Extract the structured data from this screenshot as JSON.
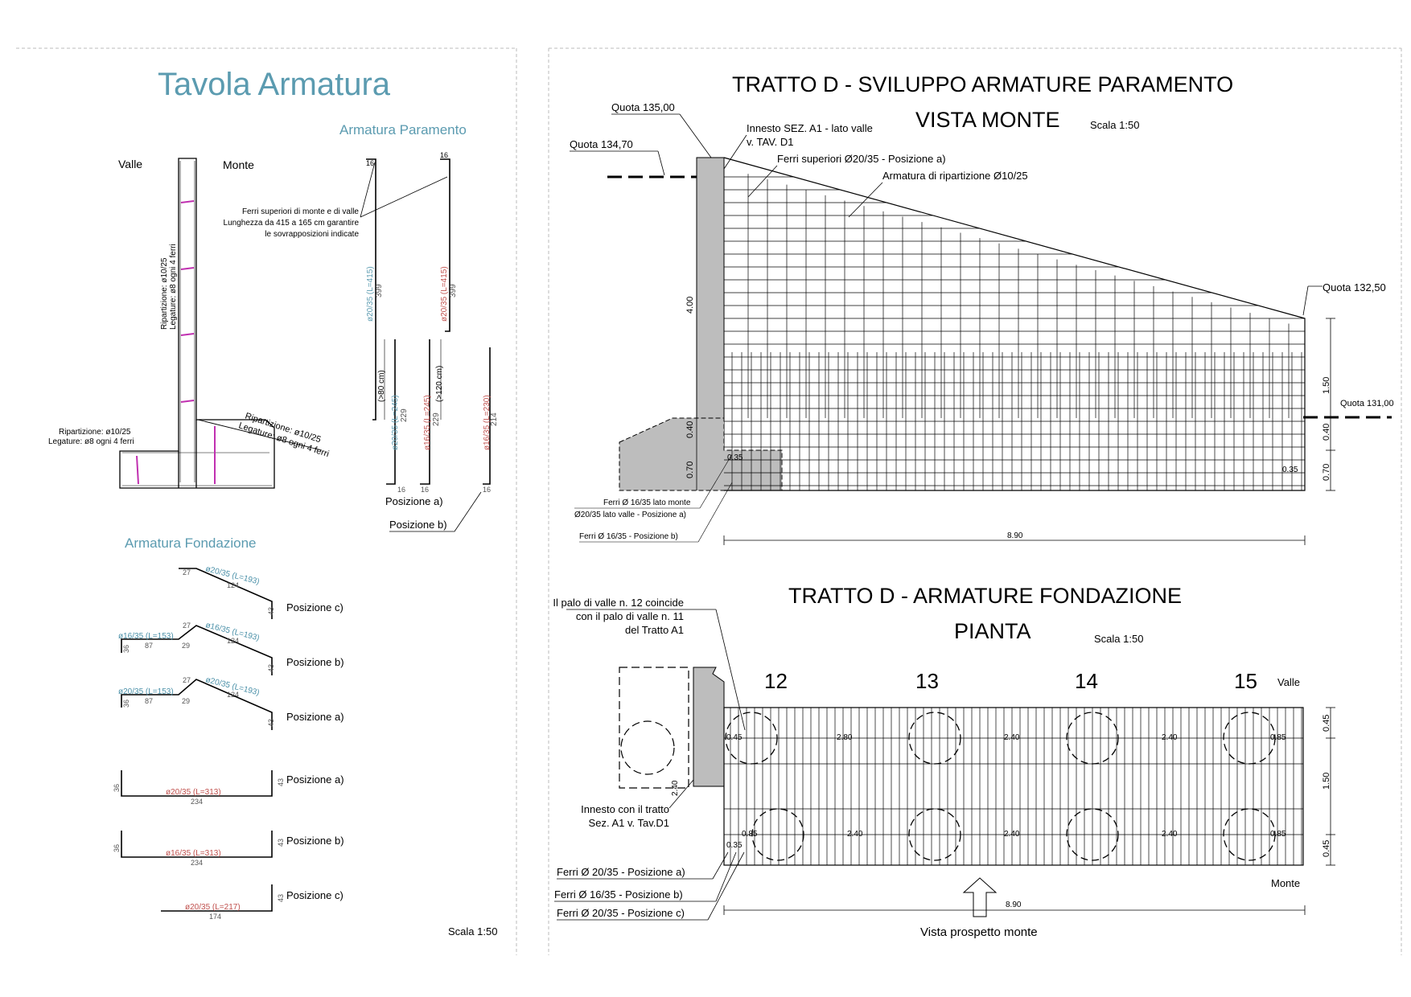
{
  "left_panel": {
    "title": "Tavola Armatura",
    "paramento_heading": "Armatura Paramento",
    "valle": "Valle",
    "monte": "Monte",
    "ferri_note_1": "Ferri superiori di monte e di valle",
    "ferri_note_2": "Lunghezza da 415 a 165 cm garantire",
    "ferri_note_3": "le sovrapposizioni indicate",
    "rip_vert_1": "Ripartizione: ø10/25",
    "rip_vert_2": "Legature: ø8 ogni 4 ferri",
    "rip_base_1": "Ripartizione: ø10/25",
    "rip_base_2": "Legature: ø8 ogni 4 ferri",
    "rip_slope_1": "Ripartizione: ø10/25",
    "rip_slope_2": "Legature: ø8 ogni 4 ferri",
    "bar_a_label": "ø20/35 (L=415)",
    "bar_a_len": "399",
    "bar_a_top": "16",
    "bar_b_label": "ø20/35 (L=415)",
    "bar_b_len": "399",
    "bar_b_top": "16",
    "lap_80": "(>80 cm)",
    "lap_120": "(>120 cm)",
    "bar_c_label": "ø20/35 (L=245)",
    "bar_c_len": "229",
    "bar_c_bot": "16",
    "bar_d_label": "ø16/35 (L=245)",
    "bar_d_len": "229",
    "bar_d_bot": "16",
    "bar_e_label": "ø16/35 (L=230)",
    "bar_e_len": "214",
    "bar_e_bot": "16",
    "pos_a": "Posizione a)",
    "pos_b": "Posizione b)",
    "fondazione_heading": "Armatura Fondazione",
    "f1_label": "ø20/35 (L=193)",
    "f1_27": "27",
    "f1_124": "124",
    "f1_43": "43",
    "f1_pos": "Posizione c)",
    "f2_label": "ø16/35 (L=193)",
    "f2_left": "ø16/35 (L=153)",
    "f2_27": "27",
    "f2_124": "124",
    "f2_36": "36",
    "f2_87": "87",
    "f2_29": "29",
    "f2_43": "43",
    "f2_pos": "Posizione b)",
    "f3_label": "ø20/35 (L=193)",
    "f3_left": "ø20/35 (L=153)",
    "f3_27": "27",
    "f3_124": "124",
    "f3_36": "36",
    "f3_87": "87",
    "f3_29": "29",
    "f3_43": "43",
    "f3_pos": "Posizione a)",
    "f4_label": "ø20/35 (L=313)",
    "f4_len": "234",
    "f4_36": "36",
    "f4_43": "43",
    "f4_pos": "Posizione a)",
    "f5_label": "ø16/35 (L=313)",
    "f5_len": "234",
    "f5_36": "36",
    "f5_43": "43",
    "f5_pos": "Posizione b)",
    "f6_label": "ø20/35 (L=217)",
    "f6_len": "174",
    "f6_43": "43",
    "f6_pos": "Posizione c)",
    "scale": "Scala 1:50"
  },
  "top_right": {
    "title_1": "TRATTO D - SVILUPPO ARMATURE PARAMENTO",
    "title_2": "VISTA MONTE",
    "scale": "Scala 1:50",
    "quota_135": "Quota 135,00",
    "quota_1347": "Quota 134,70",
    "innesto_1": "Innesto SEZ. A1 - lato valle",
    "innesto_2": "v. TAV. D1",
    "ferri_sup": "Ferri superiori Ø20/35 - Posizione a)",
    "arm_rip": "Armatura di ripartizione Ø10/25",
    "quota_1325": "Quota 132,50",
    "quota_131": "Quota 131,00",
    "dim_400": "4.00",
    "dim_040": "0.40",
    "dim_070": "0.70",
    "dim_035a": "0.35",
    "dim_035b": "0.35",
    "dim_150": "1.50",
    "dim_040r": "0.40",
    "dim_070r": "0.70",
    "ferri_16_monte": "Ferri Ø 16/35 lato monte",
    "ferri_20_valle": "Ø20/35 lato valle - Posizione a)",
    "ferri_16_b": "Ferri Ø 16/35 - Posizione b)",
    "dim_890": "8.90"
  },
  "bottom_right": {
    "title_1": "TRATTO D - ARMATURE FONDAZIONE",
    "title_2": "PIANTA",
    "scale": "Scala 1:50",
    "palo_1": "Il palo di valle n. 12 coincide",
    "palo_2": "con il palo di valle n. 11",
    "palo_3": "del Tratto A1",
    "pile_12": "12",
    "pile_13": "13",
    "pile_14": "14",
    "pile_15": "15",
    "valle": "Valle",
    "monte": "Monte",
    "d_045a": "0.45",
    "d_280": "2.80",
    "d_240a": "2.40",
    "d_240b": "2.40",
    "d_085a": "0.85",
    "d_085b": "0.85",
    "d_240c": "2.40",
    "d_240d": "2.40",
    "d_240e": "2.40",
    "d_085c": "0.85",
    "d_035": "0.35",
    "d_240v": "2.40",
    "r_045t": "0.45",
    "r_150": "1.50",
    "r_045b": "0.45",
    "innesto_1": "Innesto con il tratto",
    "innesto_2": "Sez. A1 v. Tav.D1",
    "ferri_a": "Ferri Ø 20/35 - Posizione a)",
    "ferri_b": "Ferri Ø 16/35 - Posizione b)",
    "ferri_c": "Ferri Ø 20/35 - Posizione c)",
    "dim_890": "8.90",
    "vista": "Vista prospetto monte"
  }
}
